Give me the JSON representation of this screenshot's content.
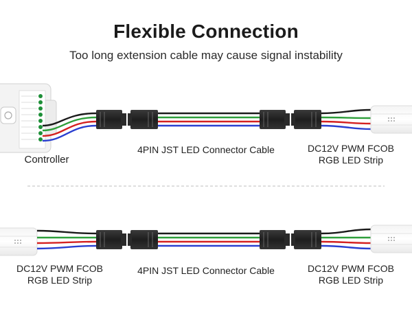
{
  "title": "Flexible Connection",
  "subtitle": "Too long extension cable may cause signal instability",
  "row1": {
    "controller_label": "Controller",
    "cable_label": "4PIN JST LED Connector Cable",
    "strip_label_line1": "DC12V PWM FCOB",
    "strip_label_line2": "RGB LED Strip"
  },
  "row2": {
    "left_strip_line1": "DC12V PWM FCOB",
    "left_strip_line2": "RGB LED Strip",
    "cable_label": "4PIN JST LED Connector Cable",
    "right_strip_line1": "DC12V PWM FCOB",
    "right_strip_line2": "RGB LED Strip"
  },
  "colors": {
    "wire_black": "#1a1a1a",
    "wire_green": "#2e9e3a",
    "wire_red": "#d42020",
    "wire_blue": "#2a3fd0",
    "connector": "#2b2b2b",
    "divider": "#bdbdbd"
  }
}
